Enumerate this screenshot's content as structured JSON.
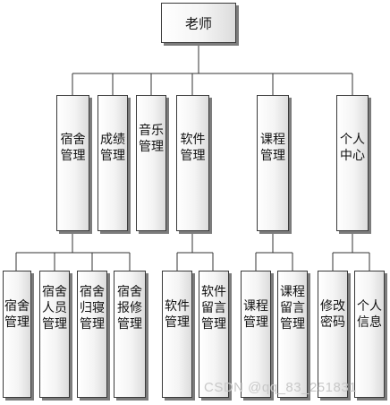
{
  "root": "老师",
  "level1": [
    "宿舍管理",
    "成绩管理",
    "音乐管理",
    "软件管理",
    "课程管理",
    "个人中心"
  ],
  "level2": {
    "dorm": [
      "宿舍管理",
      "宿舍人员管理",
      "宿舍归寝管理",
      "宿舍报修管理"
    ],
    "software": [
      "软件管理",
      "软件留言管理"
    ],
    "course": [
      "课程管理",
      "课程留言管理"
    ],
    "personal": [
      "修改密码",
      "个人信息"
    ]
  },
  "watermark": "CSDN @qq_83_251831"
}
